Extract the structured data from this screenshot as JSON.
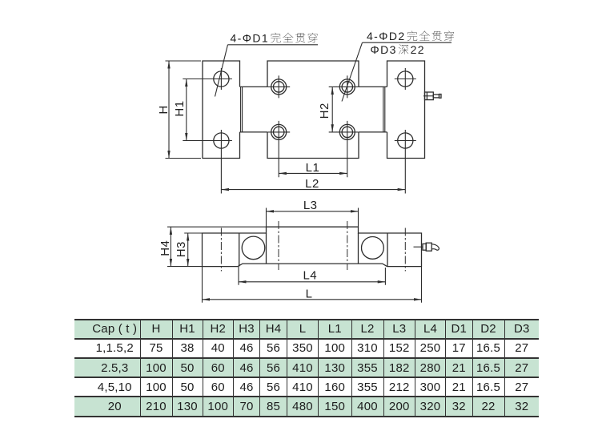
{
  "page": {
    "background": "#ffffff",
    "line_color": "#2d2d2d",
    "text_color": "#1e1e1e"
  },
  "drawing": {
    "top_view": {
      "callout_d1": "4-ΦD1完全贯穿",
      "callout_d2_line1": "4-ΦD2完全贯穿",
      "callout_d2_line2": "ΦD3深22",
      "dims": {
        "h": "H",
        "h1": "H1",
        "h2": "H2",
        "l1": "L1",
        "l2": "L2"
      }
    },
    "side_view": {
      "dims": {
        "h3": "H3",
        "h4": "H4",
        "l3": "L3",
        "l4": "L4",
        "l": "L"
      }
    }
  },
  "table": {
    "grid_color": "#333333",
    "header_bg": "#c7e3d2",
    "stripe_bg": "#c7e3d2",
    "columns": [
      "Cap ( t )",
      "H",
      "H1",
      "H2",
      "H3",
      "H4",
      "L",
      "L1",
      "L2",
      "L3",
      "L4",
      "D1",
      "D2",
      "D3"
    ],
    "rows": [
      [
        "1,1.5,2",
        "75",
        "38",
        "40",
        "46",
        "56",
        "350",
        "100",
        "310",
        "152",
        "250",
        "17",
        "16.5",
        "27"
      ],
      [
        "2.5,3",
        "100",
        "50",
        "60",
        "46",
        "56",
        "410",
        "130",
        "355",
        "182",
        "280",
        "21",
        "16.5",
        "27"
      ],
      [
        "4,5,10",
        "100",
        "50",
        "60",
        "46",
        "56",
        "410",
        "160",
        "355",
        "212",
        "300",
        "21",
        "16.5",
        "27"
      ],
      [
        "20",
        "210",
        "130",
        "100",
        "70",
        "85",
        "480",
        "150",
        "400",
        "200",
        "320",
        "32",
        "22",
        "32"
      ]
    ]
  }
}
